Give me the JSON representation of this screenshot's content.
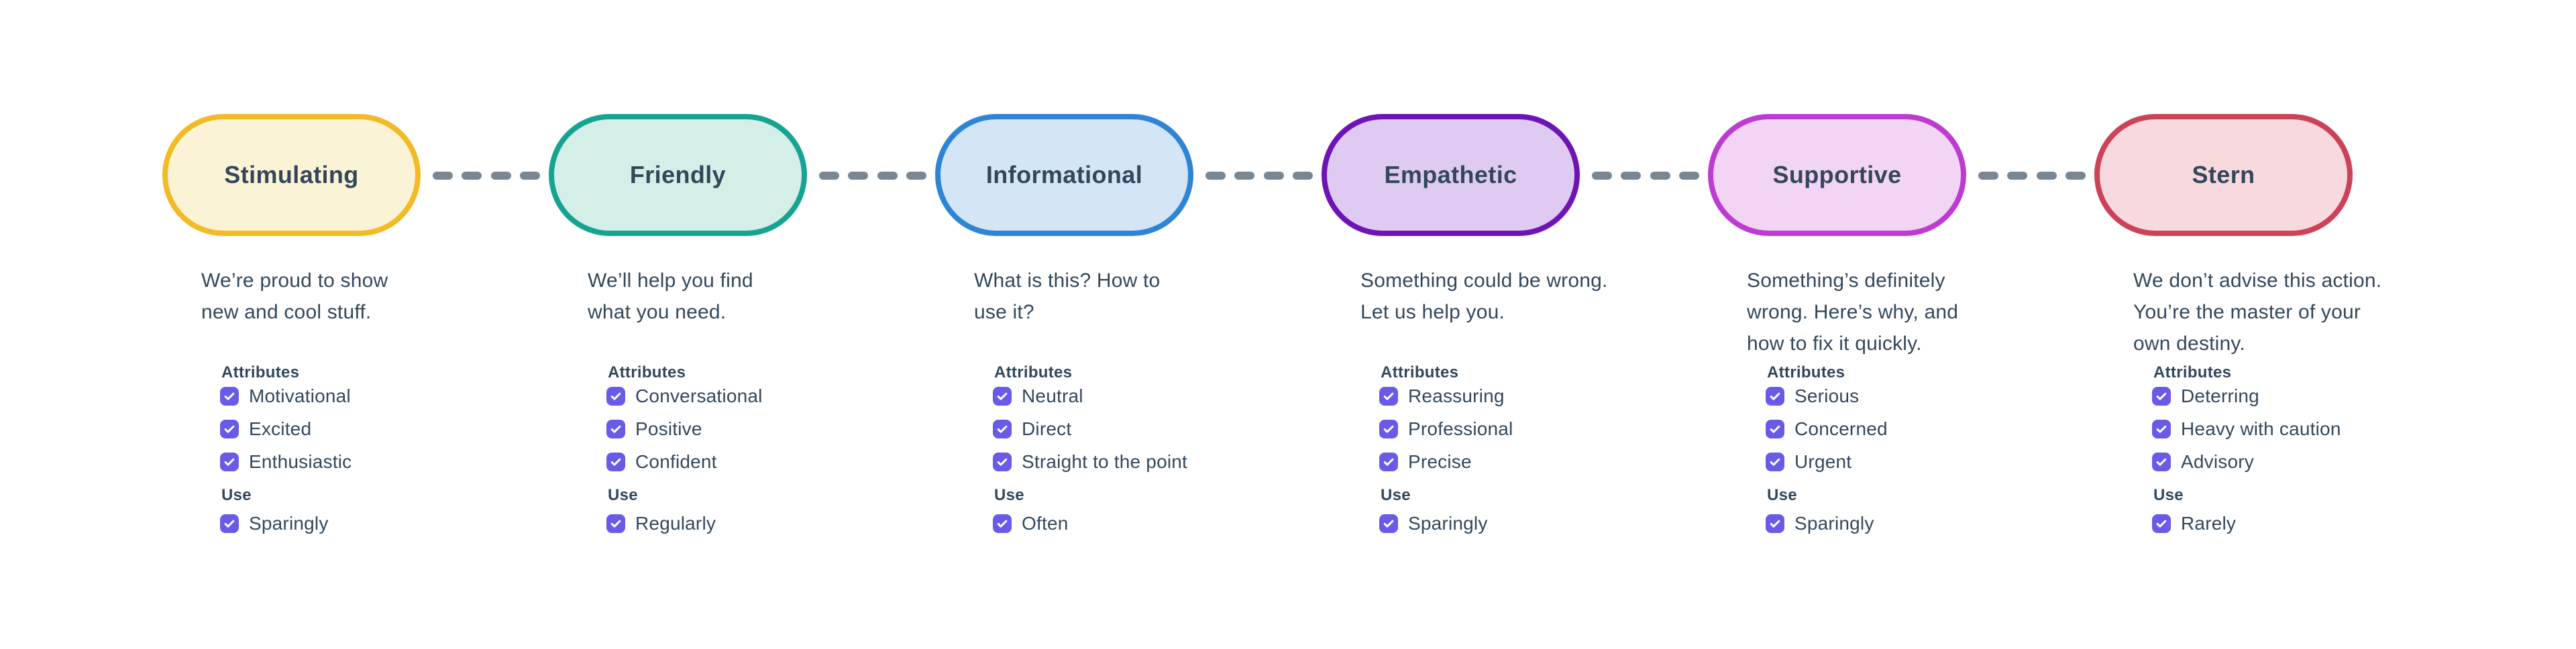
{
  "colors": {
    "text": "#33475b",
    "checkbox": "#6a5ae8",
    "check": "#ffffff",
    "connector": "#7b8693",
    "background": "#ffffff"
  },
  "headings": {
    "attributes": "Attributes",
    "use": "Use"
  },
  "nodes": [
    {
      "label": "Stimulating",
      "border_color": "#f2ba25",
      "fill_color": "#fbf3d6",
      "description_lines": [
        "We’re proud to show",
        "new and cool stuff."
      ],
      "attributes": [
        "Motivational",
        "Excited",
        "Enthusiastic"
      ],
      "use": "Sparingly"
    },
    {
      "label": "Friendly",
      "border_color": "#16a492",
      "fill_color": "#d4eee8",
      "description_lines": [
        "We’ll help you find",
        "what you need."
      ],
      "attributes": [
        "Conversational",
        "Positive",
        "Confident"
      ],
      "use": "Regularly"
    },
    {
      "label": "Informational",
      "border_color": "#2e85d4",
      "fill_color": "#d4e5f6",
      "description_lines": [
        "What is this? How to",
        "use it?"
      ],
      "attributes": [
        "Neutral",
        "Direct",
        "Straight to the point"
      ],
      "use": "Often"
    },
    {
      "label": "Empathetic",
      "border_color": "#6f14b4",
      "fill_color": "#dfcbf2",
      "description_lines": [
        "Something could be wrong.",
        "Let us help you."
      ],
      "attributes": [
        "Reassuring",
        "Professional",
        "Precise"
      ],
      "use": "Sparingly"
    },
    {
      "label": "Supportive",
      "border_color": "#be3bd2",
      "fill_color": "#f2d4f4",
      "description_lines": [
        "Something’s definitely",
        "wrong. Here’s why, and",
        "how to fix it quickly."
      ],
      "attributes": [
        "Serious",
        "Concerned",
        "Urgent"
      ],
      "use": "Sparingly"
    },
    {
      "label": "Stern",
      "border_color": "#cc4257",
      "fill_color": "#f8d9de",
      "description_lines": [
        "We don’t advise this action.",
        "You’re the master of your",
        "own destiny."
      ],
      "attributes": [
        "Deterring",
        "Heavy with caution",
        "Advisory"
      ],
      "use": "Rarely"
    }
  ]
}
